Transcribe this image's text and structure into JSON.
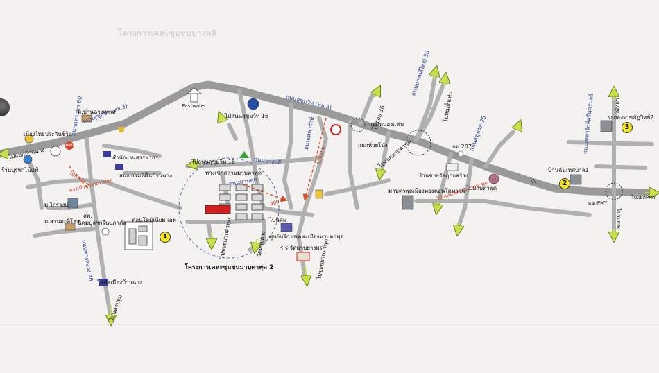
{
  "header": {
    "faded_title": "โครงการเคหะชุมชนบางพลี"
  },
  "roads": {
    "sukhumvit_left": "ถนนสุขุมวิท (ทล.3)",
    "sukhumvit_mid": "ถนนสุขุมวิท (ทล.3)",
    "thaiban_60": "ถนนแพรกษา 60",
    "thaiban_50": "ถนนทางหลวง 46",
    "sukhumvit_26": "ถนนบางพลี",
    "banglamung": "ถนนเทพารักษ์",
    "sukhumvit_25": "ถนนสุขุมวิท 25",
    "road_3119": "ถนนบางพลีใหญ่ 38",
    "chonburi": "ถนนเทพารักษ์ศรีนครินทร์"
  },
  "places": {
    "dhurakij": "เมืองไทยประกันชีวิต",
    "ban_chang": "ม.บ้านฉางเพลส",
    "to_banchang": "ไปแยกบ้านฉาง",
    "ratchaburi": "ร้านบุรพาไม้แพ้",
    "yamaha": "YAMAHA",
    "pttep": "สำนักงานสรรพากร",
    "amphoe": "สนง.กรมที่ดินบ้านฉาง",
    "eastwater": "Eastwater",
    "to_sukhumvit16": "ไปถนนสุขุมวิท 16",
    "to_sukhumvit18": "ไปถนนสุขุมวิท 18",
    "to_soi36": "ไปซอย 36",
    "to_nongyai": "ไปหนองแฟบ",
    "yaek_nongfap": "แยกหนองแฟบ",
    "yaek_huaipong": "แยกห้วยโป่ง",
    "to_bangkok": "ไปแยกมาบตาพุด",
    "km207": "กม.207",
    "ratchada_shop": "ร้านขายวัสดุก่อสร้าง",
    "mabta_bldg": "มาบตาพุดเมืองทองคอนโดทาวน์",
    "to_rayong_mabta": "ไปถนนเทศบาลมาบตาพุด",
    "rayong_tech": "ระยองราชภัฏวิทย์2",
    "banyan": "บ้านฉันเทศบาล1",
    "yaek_pmy": "แยกPMY",
    "to_pmy": "ไปแยกPMY",
    "to_rayong": "ไปพัทยา",
    "to_phanat": "ไประยอง",
    "m_kairung": "ม.ไกรวงษ์",
    "m_suanmali": "ม.สวนมะลิโชค",
    "sono": "สพ.",
    "boonsri": "นิคมบูลฯกรีนปภาภัส",
    "kondo": "คอนโดมิเนียม เอฟ",
    "lotus": "โลตัสเมืองบ้านฉาง",
    "to_chanthaburi": "ไปนครปฐม",
    "to_soi_mabta": "ไปซอยมาบตาพุด",
    "ban_mai": "ไปบ้านฉาง",
    "khao_mat": "ทางเข้าสถานมาบตาพุด",
    "school": "ร.ร.วัดมาบยางพร",
    "municipal": "ศูนย์บริการเคหะเมืองมาบตาพุด",
    "soi_dest": "ไปซอยมาบตาพุด",
    "to_mabta": "ไปมาบตาพุด",
    "to_nikom": "ไปนิคม",
    "bang_phun": "ถนนมาบพุด",
    "khao_din": "ทางเข้าชุมชนมาบพุด",
    "wat": "วัดมาบยาง",
    "dist_400": "400 ม.",
    "dist_1500": "1,500 ม."
  },
  "markers": {
    "one": "1",
    "two": "2",
    "three": "3"
  },
  "project_title": "โครงการเคหะชุมชนมาบตาพุด 2",
  "colors": {
    "background": "#f3f2f0",
    "road": "#9a9a9a",
    "road_minor": "#b5b5b5",
    "road_label": "#2a3f8f",
    "arrow": "#c7df4a",
    "route": "#d4512a",
    "marker": "#f4e61c",
    "project_red": "#d42020"
  }
}
